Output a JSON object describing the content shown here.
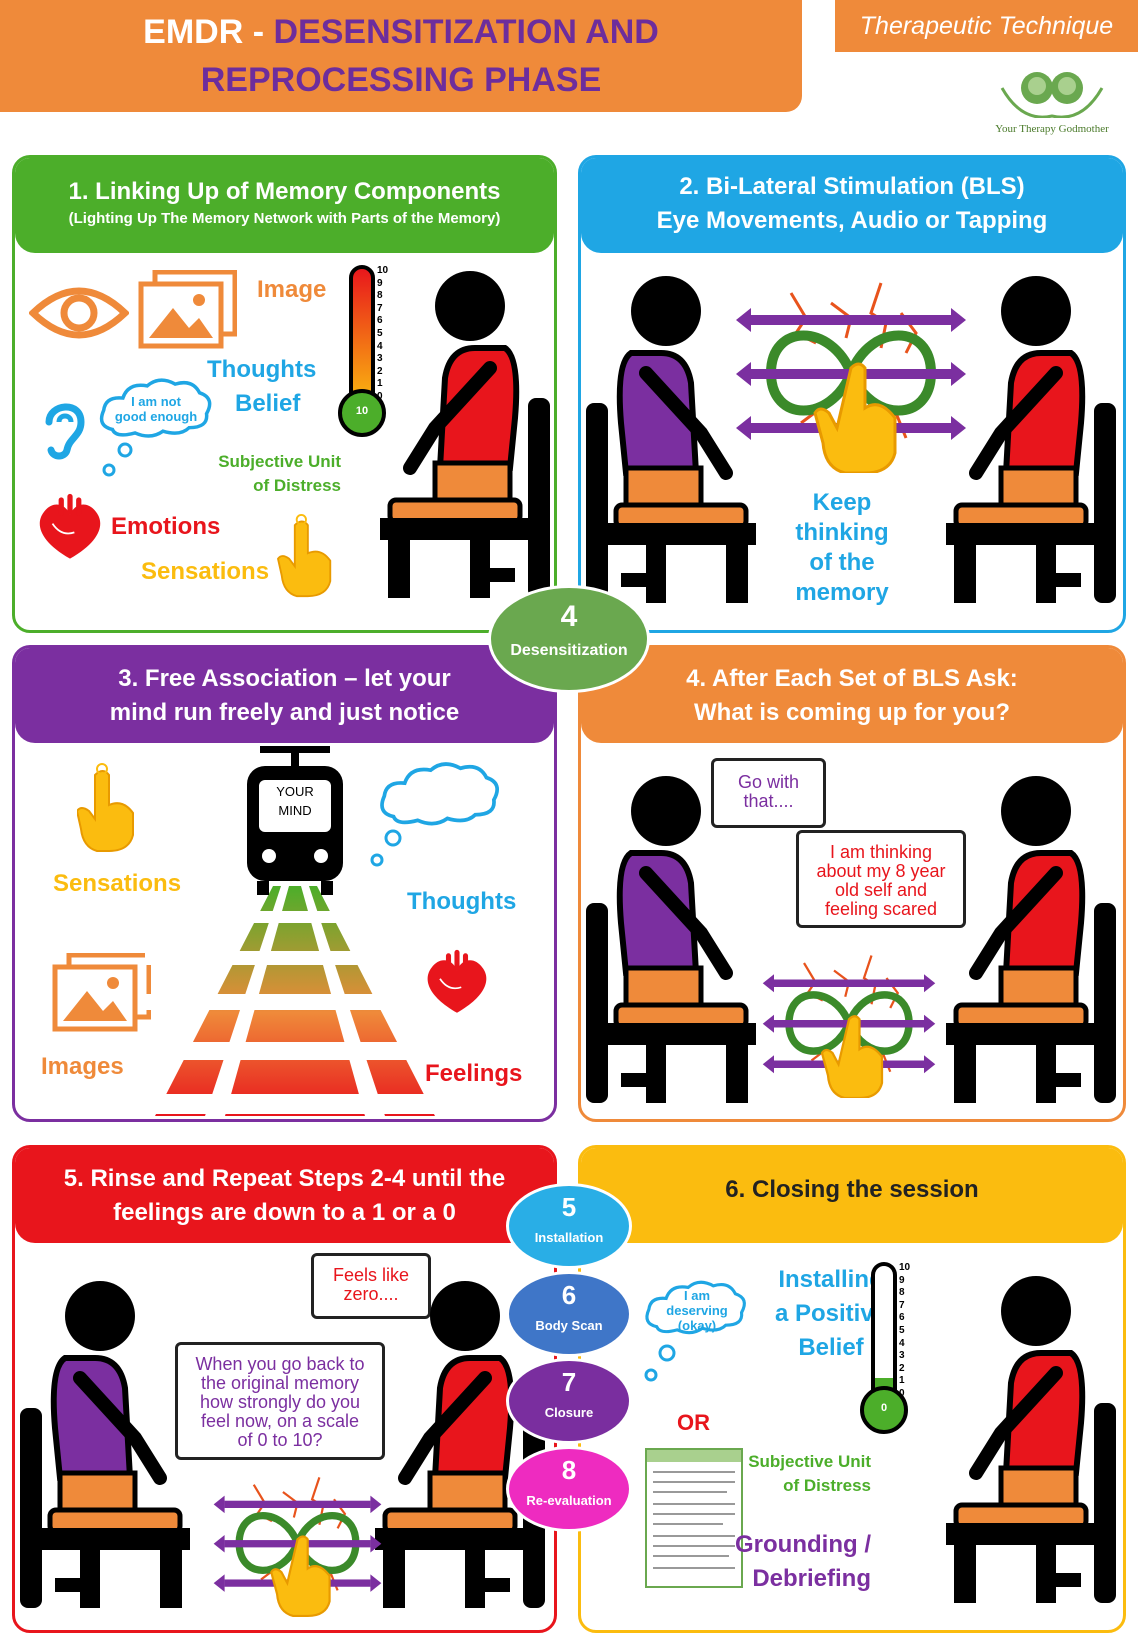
{
  "header": {
    "title_prefix": "EMDR - ",
    "title_highlight_1": "DESENSITIZATION AND",
    "title_line2": "REPROCESSING PHASE",
    "tag": "Therapeutic Technique",
    "logo_text": "Your Therapy Godmother"
  },
  "panel1": {
    "title": "1. Linking Up of Memory Components",
    "subtitle": "(Lighting Up The Memory Network with Parts of the Memory)",
    "image": "Image",
    "thoughts": "Thoughts",
    "belief": "Belief",
    "cloud_1": "I am not",
    "cloud_2": "good enough",
    "sud_1": "Subjective Unit",
    "sud_2": "of Distress",
    "emotions": "Emotions",
    "sensations": "Sensations",
    "thermo_bulb": "10",
    "scale": [
      "10",
      "9",
      "8",
      "7",
      "6",
      "5",
      "4",
      "3",
      "2",
      "1",
      "0"
    ]
  },
  "panel2": {
    "title_1": "2. Bi-Lateral Stimulation (BLS)",
    "title_2": "Eye Movements, Audio or Tapping",
    "keep_1": "Keep",
    "keep_2": "thinking",
    "keep_3": "of the",
    "keep_4": "memory"
  },
  "badge4": {
    "num": "4",
    "label": "Desensitization"
  },
  "panel3": {
    "title_1": "3. Free Association – let your",
    "title_2": "mind run freely and just notice",
    "train_1": "YOUR",
    "train_2": "MIND",
    "sensations": "Sensations",
    "thoughts": "Thoughts",
    "images": "Images",
    "feelings": "Feelings"
  },
  "panel4": {
    "title_1": "4. After Each Set of BLS Ask:",
    "title_2": "What is coming up for you?",
    "bubble_1a": "Go with",
    "bubble_1b": "that....",
    "bubble_2a": "I am thinking",
    "bubble_2b": "about my 8 year",
    "bubble_2c": "old self and",
    "bubble_2d": "feeling scared"
  },
  "panel5": {
    "title_1": "5. Rinse and Repeat Steps 2-4 until the",
    "title_2": "feelings are down to a 1 or a 0",
    "bubble_1a": "Feels like",
    "bubble_1b": "zero....",
    "bubble_2a": "When you go back to",
    "bubble_2b": "the original memory",
    "bubble_2c": "how strongly do you",
    "bubble_2d": "feel now, on a scale",
    "bubble_2e": "of 0 to 10?"
  },
  "phases": [
    {
      "num": "5",
      "label": "Installation",
      "color": "#29aee6"
    },
    {
      "num": "6",
      "label": "Body Scan",
      "color": "#3f76c8"
    },
    {
      "num": "7",
      "label": "Closure",
      "color": "#7a2e9f"
    },
    {
      "num": "8",
      "label": "Re-evaluation",
      "color": "#ee2bc0"
    }
  ],
  "panel6": {
    "title": "6. Closing the session",
    "cloud_1": "I am",
    "cloud_2": "deserving",
    "cloud_3": "(okay)",
    "install_1": "Installing",
    "install_2": "a Positive",
    "install_3": "Belief",
    "or": "OR",
    "sud_1": "Subjective Unit",
    "sud_2": "of Distress",
    "ground_1": "Grounding /",
    "ground_2": "Debriefing",
    "thermo_bulb": "0",
    "scale": [
      "10",
      "9",
      "8",
      "7",
      "6",
      "5",
      "4",
      "3",
      "2",
      "1",
      "0"
    ]
  },
  "colors": {
    "orange": "#ef8a3a",
    "green": "#4cae2a",
    "blue": "#1fa6e4",
    "purple": "#6d2d9c",
    "red": "#e8151c",
    "yellow": "#fbbc0f"
  }
}
